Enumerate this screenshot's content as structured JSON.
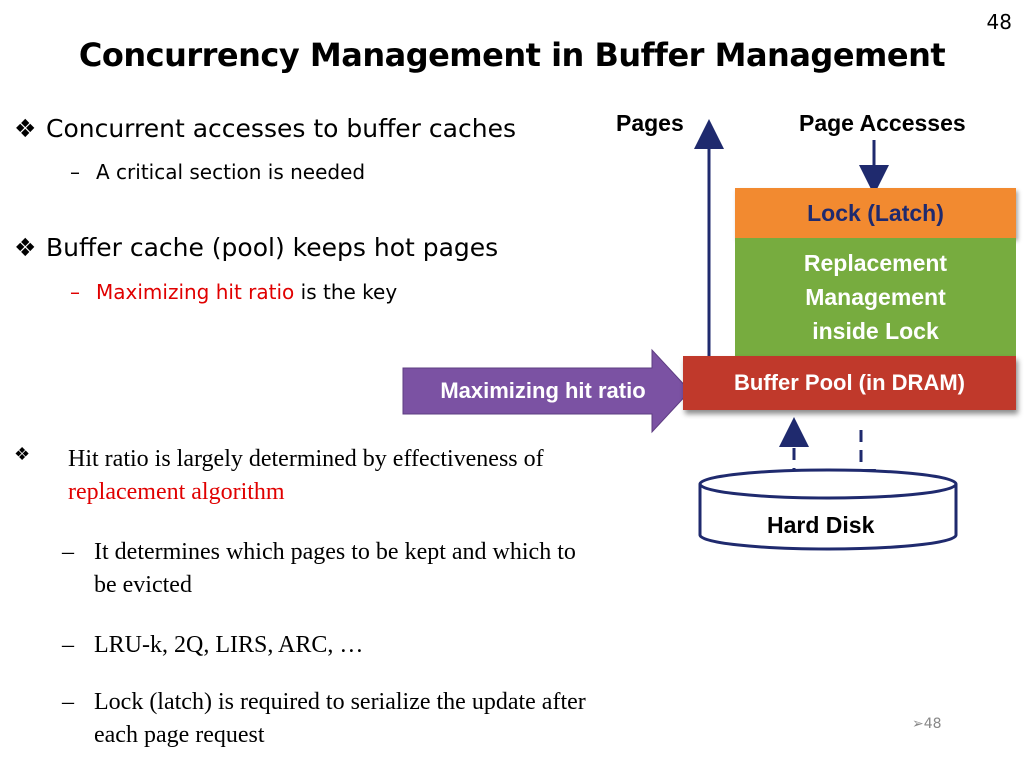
{
  "slide": {
    "number": "48",
    "title": "Concurrency Management in Buffer Management",
    "footer_number": "48"
  },
  "bullets": {
    "b1": {
      "text": "Concurrent accesses to buffer caches",
      "sub": "A critical section is needed"
    },
    "b2": {
      "text": "Buffer  cache (pool) keeps hot pages",
      "sub_red": "Maximizing hit ratio",
      "sub_rest": " is the key"
    },
    "b3": {
      "line1": "Hit ratio is largely determined by effectiveness of",
      "line2": "replacement algorithm"
    },
    "subs": {
      "s1a": "It determines which pages to be kept and which to",
      "s1b": "be evicted",
      "s2": "LRU-k, 2Q, LIRS, ARC, …",
      "s3a": "Lock (latch) is  required to serialize the update after",
      "s3b": "each page request"
    }
  },
  "diagram": {
    "pages_label": "Pages",
    "accesses_label": "Page Accesses",
    "lock_label": "Lock (Latch)",
    "replacement_label_1": "Replacement",
    "replacement_label_2": "Management",
    "replacement_label_3": "inside Lock",
    "pool_label": "Buffer Pool (in DRAM)",
    "arrow_label": "Maximizing hit ratio",
    "disk_label": "Hard Disk",
    "colors": {
      "lock": "#f28a30",
      "replacement": "#77ac3f",
      "pool": "#c0392b",
      "arrow": "#7b52a3",
      "line": "#1f2a6e"
    }
  }
}
